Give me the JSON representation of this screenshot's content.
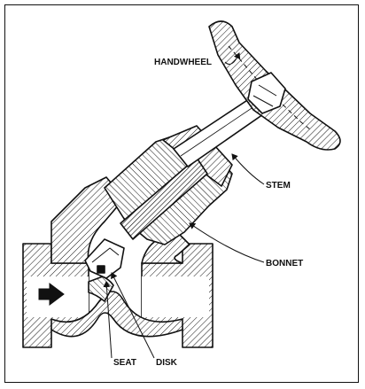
{
  "diagram": {
    "labels": {
      "handwheel": "HANDWHEEL",
      "stem": "STEM",
      "bonnet": "BONNET",
      "seat": "SEAT",
      "disk": "DISK"
    },
    "flow_arrow_icon": "right-arrow-icon",
    "colors": {
      "line": "#111111",
      "background": "#ffffff"
    }
  }
}
